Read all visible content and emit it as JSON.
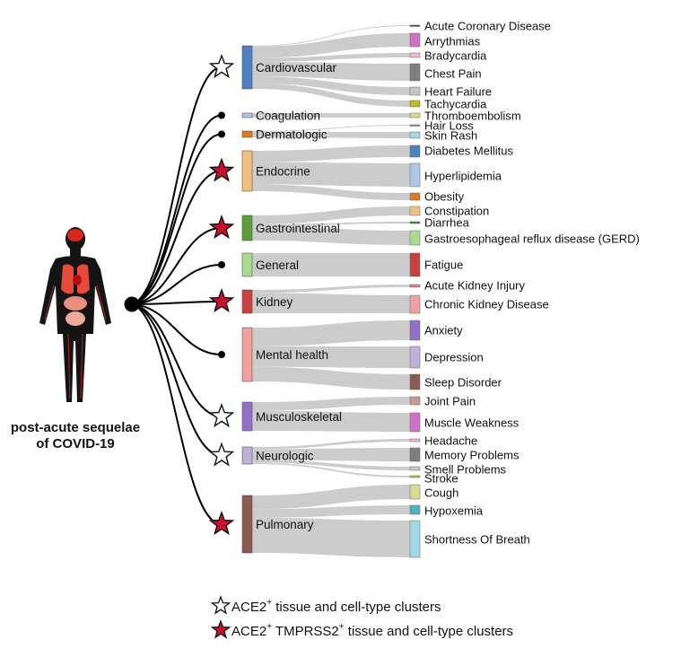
{
  "caption": {
    "line1": "post-acute sequelae",
    "line2": "of COVID-19"
  },
  "colors": {
    "flow": "#c9c9c9",
    "hub_line": "#000000",
    "star_outline": "#111111",
    "star_red": "#c8102e",
    "star_white": "#ffffff"
  },
  "categories": [
    {
      "key": "cardio",
      "label": "Cardiovascular",
      "marker": "star-white",
      "color": "#4f7fbf"
    },
    {
      "key": "coag",
      "label": "Coagulation",
      "marker": "dot",
      "color": "#aec7e8"
    },
    {
      "key": "derm",
      "label": "Dermatologic",
      "marker": "dot",
      "color": "#e07b24"
    },
    {
      "key": "endo",
      "label": "Endocrine",
      "marker": "star-red",
      "color": "#f0c080"
    },
    {
      "key": "gastro",
      "label": "Gastrointestinal",
      "marker": "star-red",
      "color": "#5b9e3a"
    },
    {
      "key": "general",
      "label": "General",
      "marker": "dot",
      "color": "#a8dc8c"
    },
    {
      "key": "kidney",
      "label": "Kidney",
      "marker": "star-red",
      "color": "#c84040"
    },
    {
      "key": "mental",
      "label": "Mental health",
      "marker": "dot",
      "color": "#f0a0a0"
    },
    {
      "key": "musc",
      "label": "Musculoskeletal",
      "marker": "star-white",
      "color": "#9370c8"
    },
    {
      "key": "neuro",
      "label": "Neurologic",
      "marker": "star-white",
      "color": "#c0b0d8"
    },
    {
      "key": "pulm",
      "label": "Pulmonary",
      "marker": "star-red",
      "color": "#8c5a50"
    }
  ],
  "conditions": [
    {
      "label": "Acute Coronary Disease",
      "from": "cardio",
      "color": "#4a4a4a"
    },
    {
      "label": "Arrythmias",
      "from": "cardio",
      "color": "#d070c8"
    },
    {
      "label": "Bradycardia",
      "from": "cardio",
      "color": "#f4b0d8"
    },
    {
      "label": "Chest Pain",
      "from": "cardio",
      "color": "#7f7f7f"
    },
    {
      "label": "Heart Failure",
      "from": "cardio",
      "color": "#c7c7c7"
    },
    {
      "label": "Tachycardia",
      "from": "cardio",
      "color": "#bcbd22"
    },
    {
      "label": "Thromboembolism",
      "from": "coag",
      "color": "#dbdb8d"
    },
    {
      "label": "Hair Loss",
      "from": "derm",
      "color": "#17becf"
    },
    {
      "label": "Skin Rash",
      "from": "derm",
      "color": "#9edae5"
    },
    {
      "label": "Diabetes Mellitus",
      "from": "endo",
      "color": "#4f7fbf"
    },
    {
      "label": "Hyperlipidemia",
      "from": "endo",
      "color": "#aec7e8"
    },
    {
      "label": "Obesity",
      "from": "endo",
      "color": "#e07b24"
    },
    {
      "label": "Constipation",
      "from": "gastro",
      "color": "#f0c080"
    },
    {
      "label": "Diarrhea",
      "from": "gastro",
      "color": "#2e8b2e"
    },
    {
      "label": "Gastroesophageal reflux disease (GERD)",
      "from": "gastro",
      "color": "#a8dc8c"
    },
    {
      "label": "Fatigue",
      "from": "general",
      "color": "#c84040"
    },
    {
      "label": "Acute Kidney Injury",
      "from": "kidney",
      "color": "#e08080"
    },
    {
      "label": "Chronic Kidney Disease",
      "from": "kidney",
      "color": "#f0a0a0"
    },
    {
      "label": "Anxiety",
      "from": "mental",
      "color": "#9370c8"
    },
    {
      "label": "Depression",
      "from": "mental",
      "color": "#c0b0d8"
    },
    {
      "label": "Sleep Disorder",
      "from": "mental",
      "color": "#8c5a50"
    },
    {
      "label": "Joint Pain",
      "from": "musc",
      "color": "#c49c94"
    },
    {
      "label": "Muscle Weakness",
      "from": "musc",
      "color": "#d070c8"
    },
    {
      "label": "Headache",
      "from": "neuro",
      "color": "#f4b0d8"
    },
    {
      "label": "Memory Problems",
      "from": "neuro",
      "color": "#7f7f7f"
    },
    {
      "label": "Smell Problems",
      "from": "neuro",
      "color": "#c7c7c7"
    },
    {
      "label": "Stroke",
      "from": "neuro",
      "color": "#bcbd22"
    },
    {
      "label": "Cough",
      "from": "pulm",
      "color": "#dbdb8d"
    },
    {
      "label": "Hypoxemia",
      "from": "pulm",
      "color": "#4fb0c6"
    },
    {
      "label": "Shortness Of Breath",
      "from": "pulm",
      "color": "#9edae5"
    }
  ],
  "legend": [
    {
      "marker": "star-white",
      "prefix": "ACE2",
      "sup1": "+",
      "middle": "",
      "sup2": "",
      "suffix": " tissue and cell-type clusters"
    },
    {
      "marker": "star-red",
      "prefix": "ACE2",
      "sup1": "+",
      "middle": " TMPRSS2",
      "sup2": "+",
      "suffix": " tissue and cell-type clusters"
    }
  ]
}
